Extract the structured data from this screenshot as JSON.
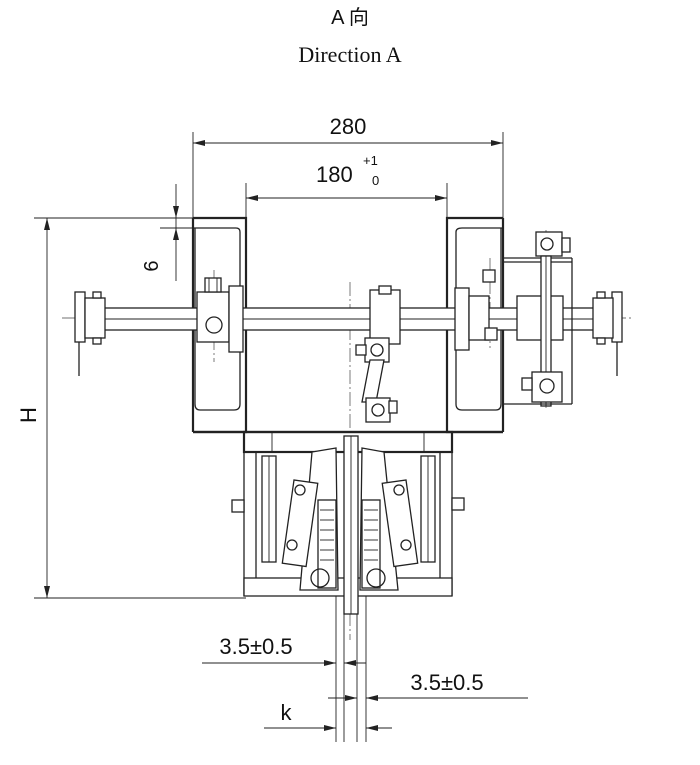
{
  "title": {
    "cn": "A 向",
    "en": "Direction A"
  },
  "dimensions": {
    "width_overall": "280",
    "width_inner": "180",
    "inner_tol_upper": "+1",
    "inner_tol_lower": "0",
    "top_offset": "6",
    "height": "H",
    "gap_left": "3.5±0.5",
    "gap_right": "3.5±0.5",
    "rail_width": "k"
  }
}
